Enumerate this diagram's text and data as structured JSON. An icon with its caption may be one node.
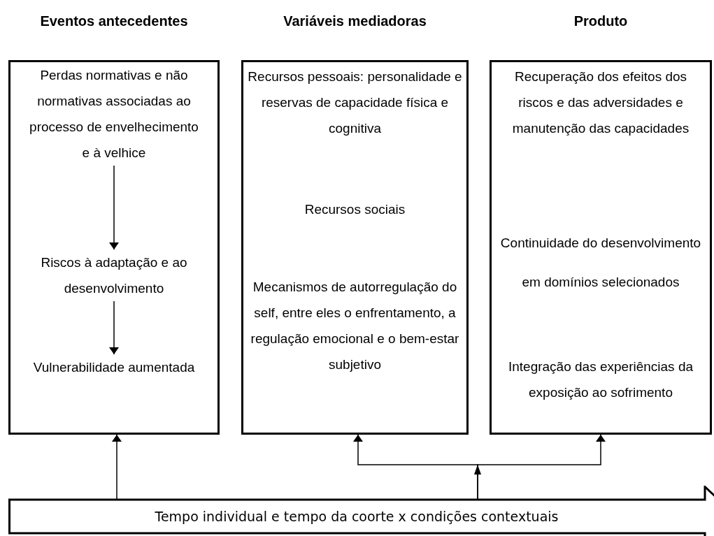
{
  "diagram": {
    "nodes": [
      {
        "text": [
          "Eventos antecedentes"
        ]
      },
      {
        "text": [
          "Perdas normativas e não normativas associadas ao processo de envelhecimento e à velhice"
        ],
        "in": 0
      },
      {
        "text": [
          "Riscos à adaptação e ao desenvolvimento"
        ],
        "in": 0
      },
      {
        "text": [
          "Vulnerabilidade aumentada"
        ],
        "in": 0
      },
      {
        "text": [
          "Variáveis mediadoras",
          "Recursos pessoais: personalidade e reservas de capacidade física e cognitiva",
          "Recursos sociais",
          "Mecanismos de autorregulação do self, entre eles o enfrentamento, a regulação emocional e o bem-estar subjetivo"
        ]
      },
      {
        "text": [
          "Produto",
          "Recuperação dos efeitos dos riscos e das adversidades e manutenção das capacidades",
          "Continuidade do desenvolvimento em domínios selecionados",
          "Integração das experiências da exposição ao sofrimento"
        ]
      },
      {
        "text": [
          "Tempo individual e tempo da coorte x condições contextuais"
        ]
      }
    ],
    "edges": [
      {
        "from": 6,
        "to": 0,
        "arrow": "to"
      },
      {
        "from": 6,
        "to": 4,
        "arrow": "to"
      },
      {
        "from": 6,
        "to": 5,
        "arrow": "to"
      },
      {
        "from": 1,
        "to": 2,
        "arrow": "to"
      },
      {
        "from": 2,
        "to": 3,
        "arrow": "to"
      }
    ]
  }
}
